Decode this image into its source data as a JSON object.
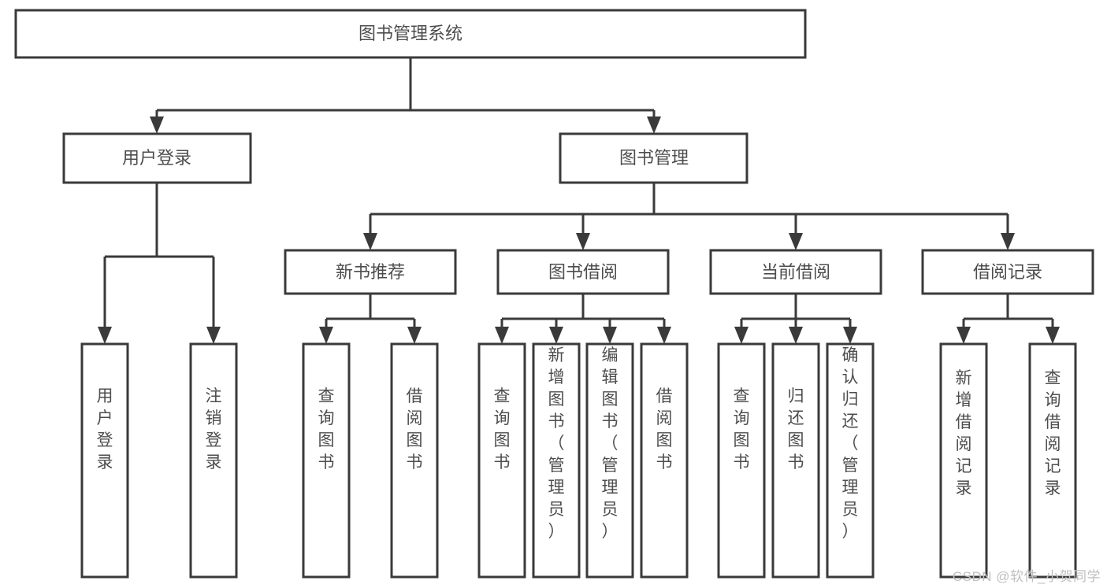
{
  "diagram": {
    "title": "图书管理系统",
    "type": "tree-hierarchy",
    "watermark": "CSDN @软件_小贺同学",
    "colors": {
      "background": "#ffffff",
      "box_stroke": "#3a3a3a",
      "box_fill": "#ffffff",
      "text": "#4d4d4d",
      "connector": "#3a3a3a",
      "watermark": "#bfbfbf"
    },
    "root": {
      "label": "图书管理系统"
    },
    "level2": [
      {
        "label": "用户登录"
      },
      {
        "label": "图书管理"
      }
    ],
    "level3": [
      {
        "label": "新书推荐"
      },
      {
        "label": "图书借阅"
      },
      {
        "label": "当前借阅"
      },
      {
        "label": "借阅记录"
      }
    ],
    "leaves": {
      "user_login": [
        {
          "label": "用户登录"
        },
        {
          "label": "注销登录"
        }
      ],
      "new_book_recommend": [
        {
          "label": "查询图书"
        },
        {
          "label": "借阅图书"
        }
      ],
      "book_borrow": [
        {
          "label": "查询图书"
        },
        {
          "label": "新增图书（管理员）"
        },
        {
          "label": "编辑图书（管理员）"
        },
        {
          "label": "借阅图书"
        }
      ],
      "current_borrow": [
        {
          "label": "查询图书"
        },
        {
          "label": "归还图书"
        },
        {
          "label": "确认归还（管理员）"
        }
      ],
      "borrow_record": [
        {
          "label": "新增借阅记录"
        },
        {
          "label": "查询借阅记录"
        }
      ]
    }
  }
}
